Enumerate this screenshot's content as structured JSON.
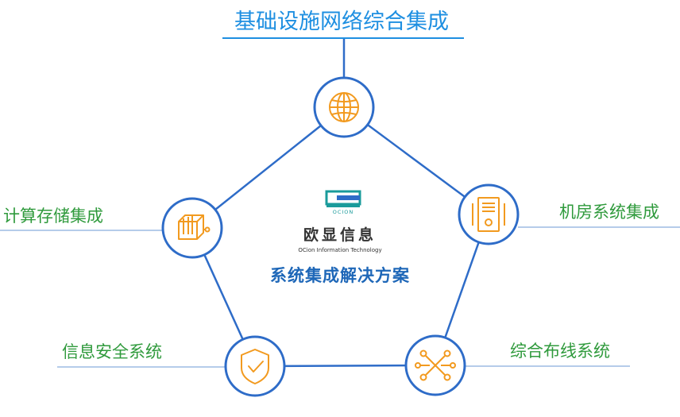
{
  "title_top": "基础设施网络综合集成",
  "nodes": {
    "left": "计算存储集成",
    "right": "机房系统集成",
    "bottom_left": "信息安全系统",
    "bottom_right": "综合布线系统"
  },
  "center": {
    "logo_text": "OCION",
    "brand_cn": "欧显信息",
    "brand_en": "OCion Information Technology",
    "solution": "系统集成解决方案"
  },
  "icons": {
    "top": "globe-icon",
    "left": "storage-boxes-icon",
    "right": "server-cabinet-icon",
    "bottom_left": "shield-check-icon",
    "bottom_right": "network-cabling-icon"
  },
  "colors": {
    "node_border": "#2e6cc8",
    "icon": "#f29a1f",
    "top_label": "#1e8fe1",
    "side_label": "#2f9a3c",
    "solution_text": "#1e67b8"
  }
}
